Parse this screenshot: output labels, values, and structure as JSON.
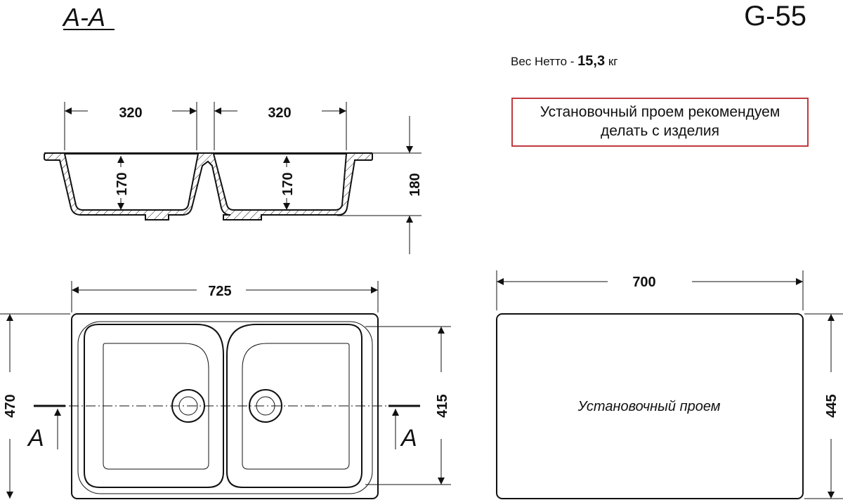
{
  "title": {
    "section": "A-A",
    "model": "G-55"
  },
  "weight": {
    "label": "Вес Нетто -",
    "value": "15,3",
    "unit": "кг"
  },
  "note": {
    "line1": "Установочный проем рекомендуем",
    "line2": "делать с изделия"
  },
  "section_view": {
    "bowl_width_left": "320",
    "bowl_width_right": "320",
    "depth_left": "170",
    "depth_right": "170",
    "total_height": "180"
  },
  "top_view": {
    "width": "725",
    "height": "470",
    "inner_height": "415",
    "section_mark": "A"
  },
  "cutout": {
    "width": "700",
    "height": "445",
    "label": "Установочный проем"
  },
  "colors": {
    "note_border": "#c0393f",
    "line": "#111111"
  }
}
